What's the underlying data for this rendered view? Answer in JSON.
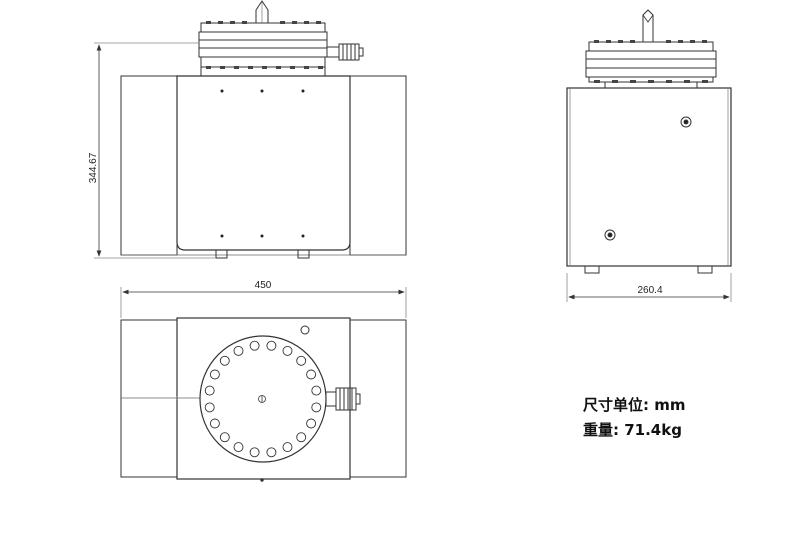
{
  "dimensions": {
    "height": "344.67",
    "width": "450",
    "depth": "260.4"
  },
  "notes": {
    "unit": "尺寸单位: mm",
    "weight": "重量: 71.4kg"
  },
  "colors": {
    "line": "#333333",
    "thin": "#666666",
    "fill": "#ffffff",
    "dark": "#222222"
  }
}
